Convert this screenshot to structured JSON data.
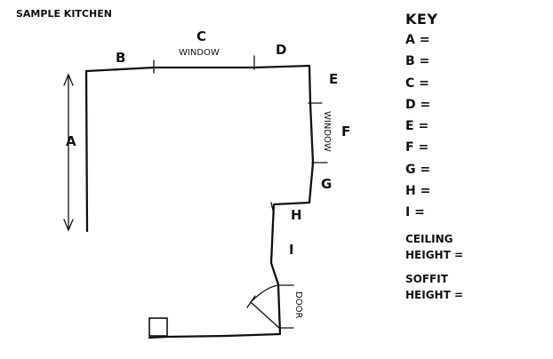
{
  "title": "SAMPLE KITCHEN",
  "plan": {
    "labels": {
      "A": "A",
      "B": "B",
      "C": "C",
      "D": "D",
      "E": "E",
      "F": "F",
      "G": "G",
      "H": "H",
      "I": "I"
    },
    "window_top": "WINDOW",
    "window_right": "WINDOW",
    "door": "DOOR"
  },
  "key": {
    "heading": "KEY",
    "items": [
      "A =",
      "B =",
      "C =",
      "D =",
      "E =",
      "F =",
      "G =",
      "H =",
      "I ="
    ],
    "ceiling": [
      "CEILING",
      "HEIGHT ="
    ],
    "soffit": [
      "SOFFIT",
      "HEIGHT ="
    ]
  }
}
